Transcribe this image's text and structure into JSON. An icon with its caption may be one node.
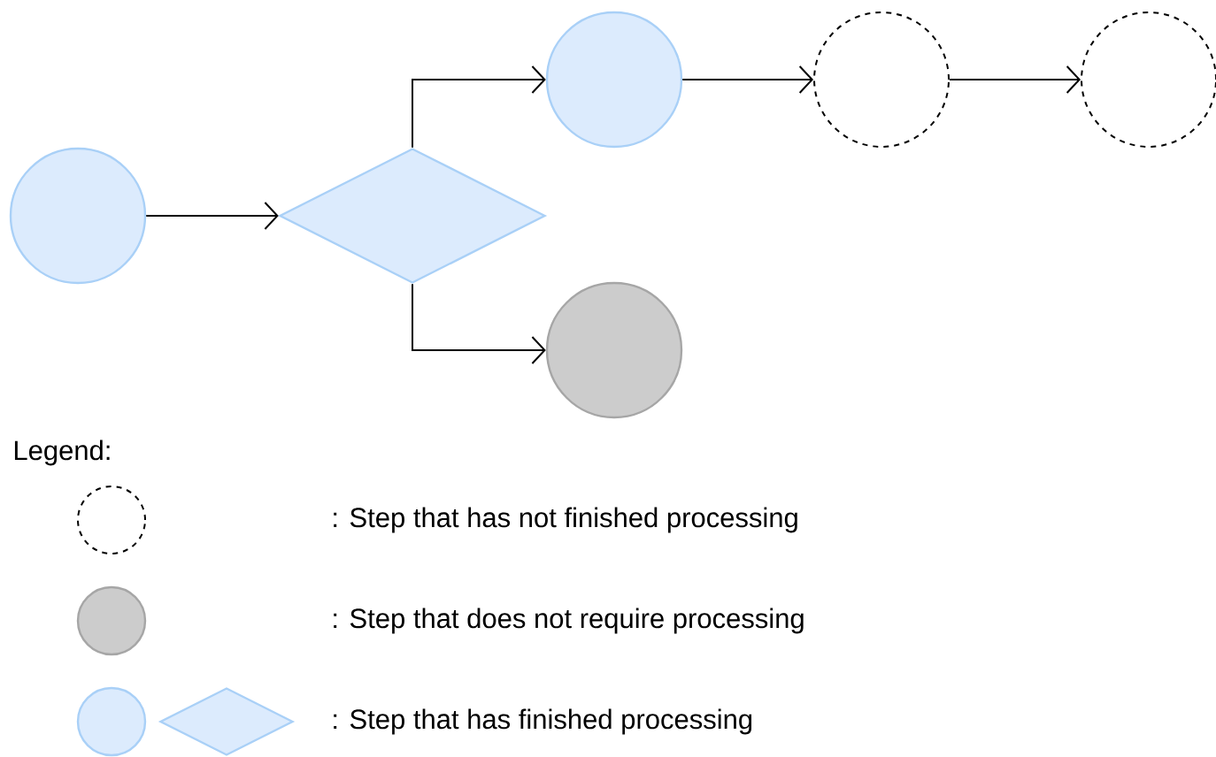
{
  "diagram": {
    "nodes": [
      {
        "text": [],
        "shape": "circle"
      },
      {
        "text": [],
        "shape": "diamond"
      },
      {
        "text": [],
        "shape": "circle"
      },
      {
        "text": [],
        "shape": "circle"
      },
      {
        "text": [],
        "shape": "circle"
      },
      {
        "text": [],
        "shape": "circle"
      }
    ],
    "edges": [
      {
        "from": 0,
        "to": 1,
        "arrow": "to"
      },
      {
        "from": 1,
        "to": 2,
        "arrow": "to"
      },
      {
        "from": 1,
        "to": 5,
        "arrow": "to"
      },
      {
        "from": 2,
        "to": 3,
        "arrow": "to"
      },
      {
        "from": 3,
        "to": 4,
        "arrow": "to"
      }
    ],
    "labels": [
      "Legend:"
    ],
    "legend": [
      {
        "text": ": Step that has not finished processing"
      },
      {
        "text": ": Step that does not require processing"
      },
      {
        "text": ": Step that has finished processing"
      }
    ]
  }
}
